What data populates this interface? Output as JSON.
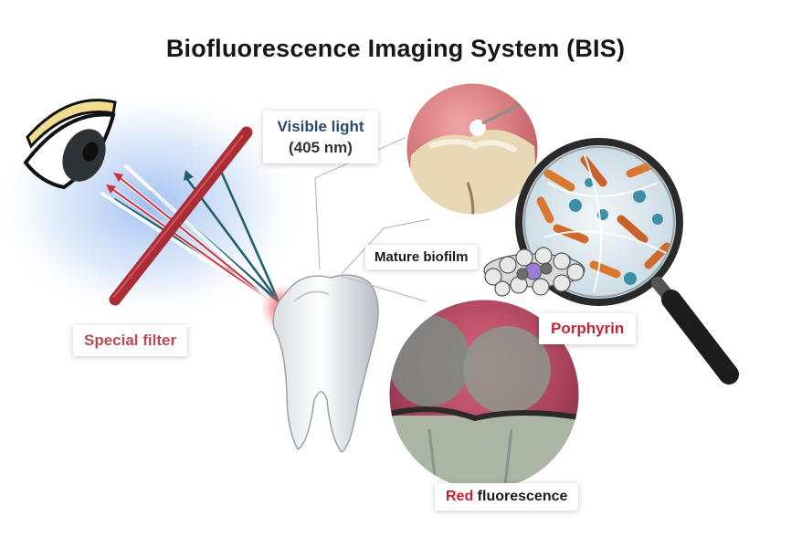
{
  "title": "Biofluorescence Imaging System (BIS)",
  "labels": {
    "visible_light_line1": "Visible light",
    "visible_light_line2": "(405 nm)",
    "mature_biofilm": "Mature biofilm",
    "special_filter": "Special filter",
    "porphyrin": "Porphyrin",
    "red_fluorescence_red": "Red",
    "red_fluorescence_rest": " fluorescence"
  },
  "colors": {
    "title": "#161616",
    "visible_light_label": "#2d4a72",
    "filter_label": "#b94a55",
    "porphyrin_label": "#c0283a",
    "red_word": "#c8202e",
    "incident_light": "#1f5f6e",
    "fluorescent_light": "#c8323e",
    "filter_rod": "#b02a33"
  }
}
